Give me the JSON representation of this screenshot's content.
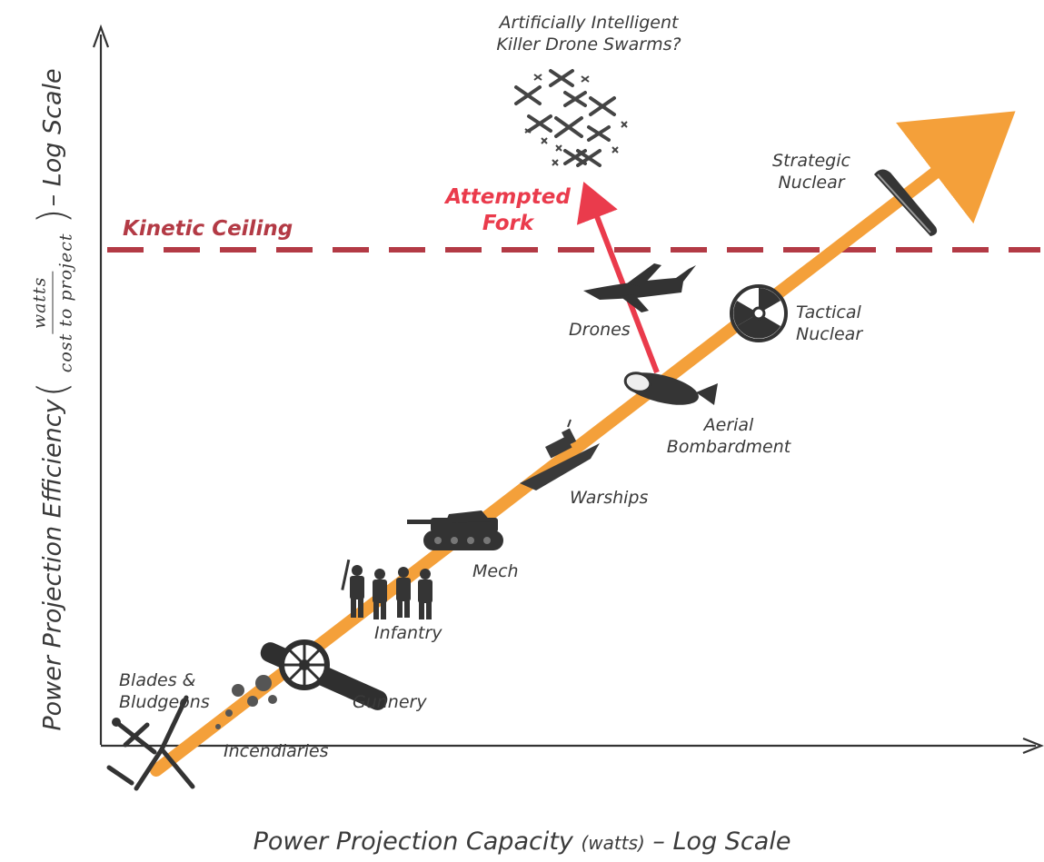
{
  "ceiling": {
    "label": "Kinetic Ceiling"
  },
  "fork": {
    "line1": "Attempted",
    "line2": "Fork"
  },
  "swarm": {
    "line1": "Artificially Intelligent",
    "line2": "Killer Drone Swarms?"
  },
  "stages": [
    {
      "id": "blades",
      "line1": "Blades &",
      "line2": "Bludgeons"
    },
    {
      "id": "incendiaries",
      "line1": "Incendiaries"
    },
    {
      "id": "gunnery",
      "line1": "Gunnery"
    },
    {
      "id": "infantry",
      "line1": "Infantry"
    },
    {
      "id": "mech",
      "line1": "Mech"
    },
    {
      "id": "warships",
      "line1": "Warships"
    },
    {
      "id": "aerial",
      "line1": "Aerial",
      "line2": "Bombardment"
    },
    {
      "id": "drones",
      "line1": "Drones"
    },
    {
      "id": "tactical",
      "line1": "Tactical",
      "line2": "Nuclear"
    },
    {
      "id": "strategic",
      "line1": "Strategic",
      "line2": "Nuclear"
    }
  ],
  "axes": {
    "x_main": "Power Projection Capacity",
    "x_unit": "(watts)",
    "x_tail": " – Log Scale",
    "y_main": "Power Projection Efficiency",
    "y_num": "watts",
    "y_den": "cost to project",
    "y_tail": " – Log Scale"
  },
  "colors": {
    "trend": "#f4a03a",
    "fork": "#ea3b4c",
    "ceiling": "#b33a45",
    "icon": "#333333",
    "axis": "#333333"
  }
}
